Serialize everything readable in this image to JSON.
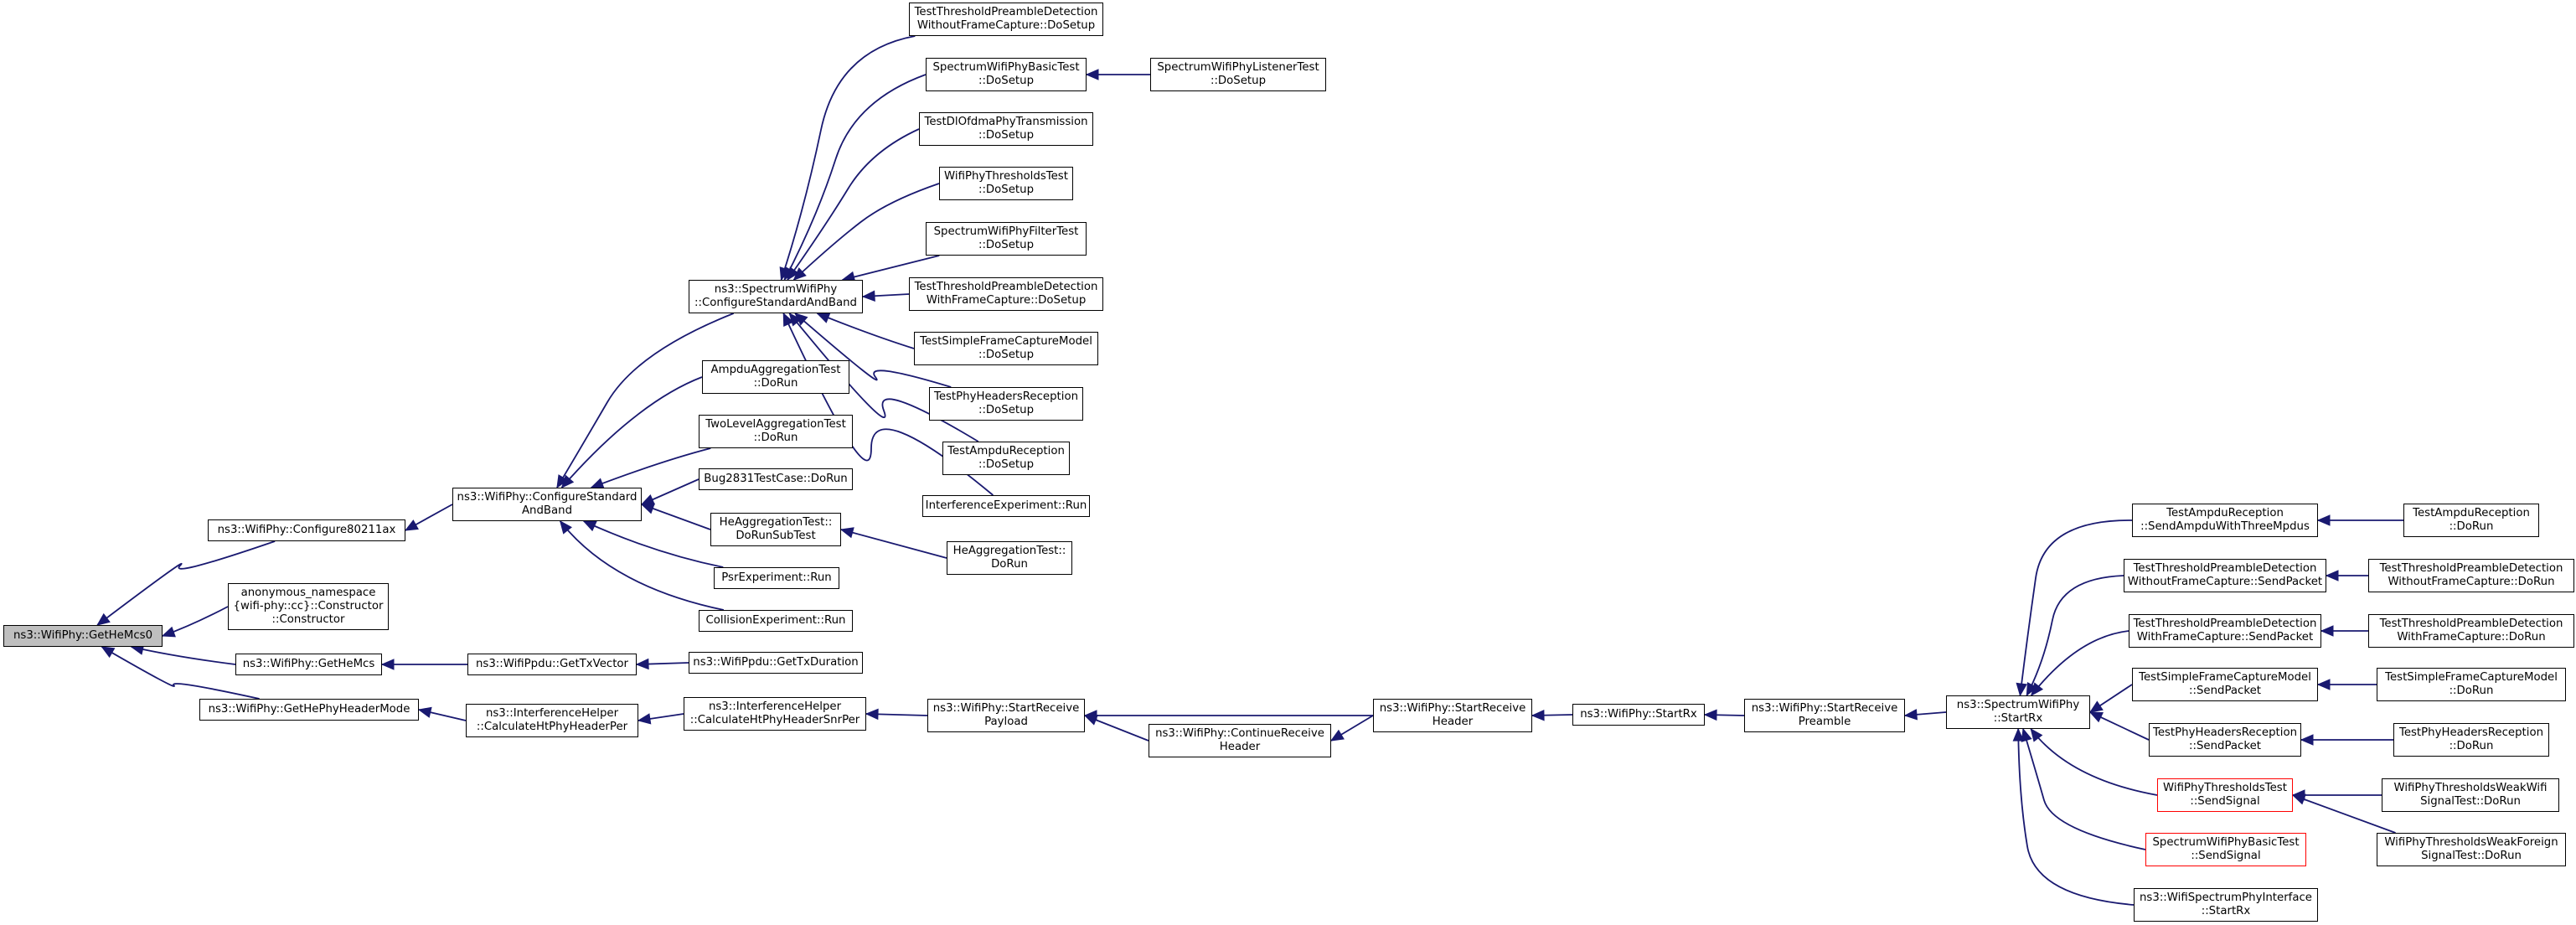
{
  "graph": {
    "colors": {
      "edge": "#191970",
      "border": "#000000",
      "root_fill": "#bfbfbf",
      "highlight_border": "#ff0000"
    },
    "nodes": [
      {
        "id": "root",
        "lines": [
          "ns3::WifiPhy::GetHeMcs0"
        ],
        "style": "root"
      },
      {
        "id": "cfg80211ax",
        "lines": [
          "ns3::WifiPhy::Configure80211ax"
        ]
      },
      {
        "id": "anon",
        "lines": [
          "anonymous_namespace",
          "{wifi-phy::cc}::Constructor",
          "::Constructor"
        ]
      },
      {
        "id": "gethemcs",
        "lines": [
          "ns3::WifiPhy::GetHeMcs"
        ]
      },
      {
        "id": "gethephyhdr",
        "lines": [
          "ns3::WifiPhy::GetHePhyHeaderMode"
        ]
      },
      {
        "id": "cfgstd",
        "lines": [
          "ns3::WifiPhy::ConfigureStandard",
          "AndBand"
        ]
      },
      {
        "id": "gettxvector",
        "lines": [
          "ns3::WifiPpdu::GetTxVector"
        ]
      },
      {
        "id": "calchthdrper",
        "lines": [
          "ns3::InterferenceHelper",
          "::CalculateHtPhyHeaderPer"
        ]
      },
      {
        "id": "spectcfg",
        "lines": [
          "ns3::SpectrumWifiPhy",
          "::ConfigureStandardAndBand"
        ]
      },
      {
        "id": "ampduaggr",
        "lines": [
          "AmpduAggregationTest",
          "::DoRun"
        ]
      },
      {
        "id": "twolevel",
        "lines": [
          "TwoLevelAggregationTest",
          "::DoRun"
        ]
      },
      {
        "id": "bug2831",
        "lines": [
          "Bug2831TestCase::DoRun"
        ]
      },
      {
        "id": "heaggsub",
        "lines": [
          "HeAggregationTest::",
          "DoRunSubTest"
        ]
      },
      {
        "id": "psrexp",
        "lines": [
          "PsrExperiment::Run"
        ]
      },
      {
        "id": "collexp",
        "lines": [
          "CollisionExperiment::Run"
        ]
      },
      {
        "id": "gettxdur",
        "lines": [
          "ns3::WifiPpdu::GetTxDuration"
        ]
      },
      {
        "id": "calchthdrsnr",
        "lines": [
          "ns3::InterferenceHelper",
          "::CalculateHtPhyHeaderSnrPer"
        ]
      },
      {
        "id": "tpd_wo_setup",
        "lines": [
          "TestThresholdPreambleDetection",
          "WithoutFrameCapture::DoSetup"
        ]
      },
      {
        "id": "swpbt_setup",
        "lines": [
          "SpectrumWifiPhyBasicTest",
          "::DoSetup"
        ]
      },
      {
        "id": "tdlofdma",
        "lines": [
          "TestDlOfdmaPhyTransmission",
          "::DoSetup"
        ]
      },
      {
        "id": "wpthr_setup",
        "lines": [
          "WifiPhyThresholdsTest",
          "::DoSetup"
        ]
      },
      {
        "id": "swpfilt",
        "lines": [
          "SpectrumWifiPhyFilterTest",
          "::DoSetup"
        ]
      },
      {
        "id": "tpd_w_setup",
        "lines": [
          "TestThresholdPreambleDetection",
          "WithFrameCapture::DoSetup"
        ]
      },
      {
        "id": "tsfcm_setup",
        "lines": [
          "TestSimpleFrameCaptureModel",
          "::DoSetup"
        ]
      },
      {
        "id": "tphr_setup",
        "lines": [
          "TestPhyHeadersReception",
          "::DoSetup"
        ]
      },
      {
        "id": "tampdu_setup",
        "lines": [
          "TestAmpduReception",
          "::DoSetup"
        ]
      },
      {
        "id": "interfexp",
        "lines": [
          "InterferenceExperiment::Run"
        ]
      },
      {
        "id": "heaggrun",
        "lines": [
          "HeAggregationTest::",
          "DoRun"
        ]
      },
      {
        "id": "startrxpayload",
        "lines": [
          "ns3::WifiPhy::StartReceive",
          "Payload"
        ]
      },
      {
        "id": "swplistener",
        "lines": [
          "SpectrumWifiPhyListenerTest",
          "::DoSetup"
        ]
      },
      {
        "id": "contrxhdr",
        "lines": [
          "ns3::WifiPhy::ContinueReceive",
          "Header"
        ]
      },
      {
        "id": "startrxhdr",
        "lines": [
          "ns3::WifiPhy::StartReceive",
          "Header"
        ]
      },
      {
        "id": "startrx",
        "lines": [
          "ns3::WifiPhy::StartRx"
        ]
      },
      {
        "id": "startrxpre",
        "lines": [
          "ns3::WifiPhy::StartReceive",
          "Preamble"
        ]
      },
      {
        "id": "spectstartrx",
        "lines": [
          "ns3::SpectrumWifiPhy",
          "::StartRx"
        ]
      },
      {
        "id": "tampdu_send",
        "lines": [
          "TestAmpduReception",
          "::SendAmpduWithThreeMpdus"
        ]
      },
      {
        "id": "tpd_wo_send",
        "lines": [
          "TestThresholdPreambleDetection",
          "WithoutFrameCapture::SendPacket"
        ]
      },
      {
        "id": "tpd_w_send",
        "lines": [
          "TestThresholdPreambleDetection",
          "WithFrameCapture::SendPacket"
        ]
      },
      {
        "id": "tsfcm_send",
        "lines": [
          "TestSimpleFrameCaptureModel",
          "::SendPacket"
        ]
      },
      {
        "id": "tphr_send",
        "lines": [
          "TestPhyHeadersReception",
          "::SendPacket"
        ]
      },
      {
        "id": "wpthr_signal",
        "lines": [
          "WifiPhyThresholdsTest",
          "::SendSignal"
        ],
        "style": "red"
      },
      {
        "id": "swpbt_signal",
        "lines": [
          "SpectrumWifiPhyBasicTest",
          "::SendSignal"
        ],
        "style": "red"
      },
      {
        "id": "wspi_startrx",
        "lines": [
          "ns3::WifiSpectrumPhyInterface",
          "::StartRx"
        ]
      },
      {
        "id": "tampdu_run",
        "lines": [
          "TestAmpduReception",
          "::DoRun"
        ]
      },
      {
        "id": "tpd_wo_run",
        "lines": [
          "TestThresholdPreambleDetection",
          "WithoutFrameCapture::DoRun"
        ]
      },
      {
        "id": "tpd_w_run",
        "lines": [
          "TestThresholdPreambleDetection",
          "WithFrameCapture::DoRun"
        ]
      },
      {
        "id": "tsfcm_run",
        "lines": [
          "TestSimpleFrameCaptureModel",
          "::DoRun"
        ]
      },
      {
        "id": "tphr_run",
        "lines": [
          "TestPhyHeadersReception",
          "::DoRun"
        ]
      },
      {
        "id": "wpthr_weakwifi",
        "lines": [
          "WifiPhyThresholdsWeakWifi",
          "SignalTest::DoRun"
        ]
      },
      {
        "id": "wpthr_weakforeign",
        "lines": [
          "WifiPhyThresholdsWeakForeign",
          "SignalTest::DoRun"
        ]
      }
    ]
  }
}
